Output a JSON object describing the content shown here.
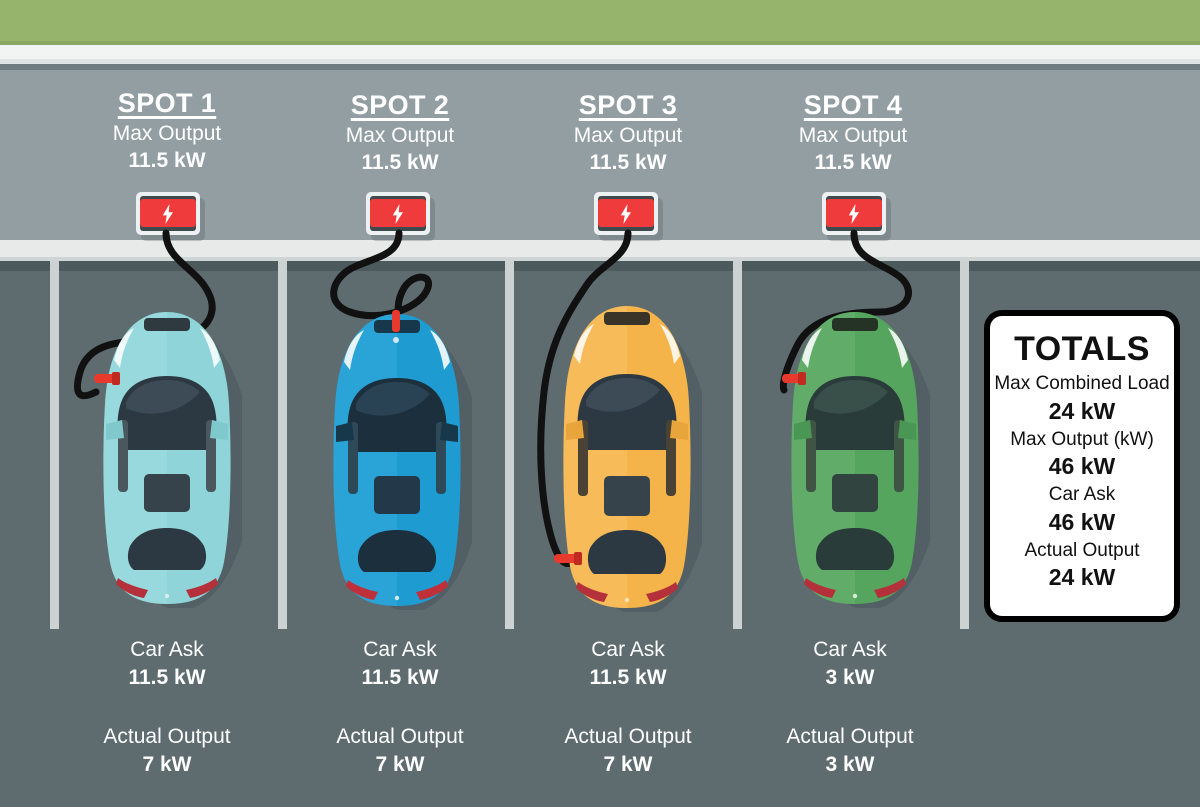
{
  "scene": {
    "title": "EV Charging Parking Lot Load Management Diagram",
    "colors": {
      "grass": "#96b46b",
      "sidewalk": "#939ea3",
      "curb": "#e8eaea",
      "asphalt": "#5e6c6f",
      "stall_line": "#ccd2d2",
      "charger_red": "#ef3b3b",
      "cable": "#111111",
      "connector_red": "#e8392d",
      "panel_white": "#ffffff",
      "panel_border": "#000000",
      "text_white": "#ffffff"
    }
  },
  "spots": [
    {
      "id": "spot-1",
      "title": "SPOT 1",
      "max_output_label": "Max Output",
      "max_output_value": "11.5 kW",
      "car_ask_label": "Car Ask",
      "car_ask_value": "11.5 kW",
      "actual_output_label": "Actual Output",
      "actual_output_value": "7 kW",
      "charger_icon": "lightning-bolt-icon",
      "car_color": "#8ed4d8",
      "car_color_dark": "#6cb9be",
      "car_name": "car-teal"
    },
    {
      "id": "spot-2",
      "title": "SPOT 2",
      "max_output_label": "Max Output",
      "max_output_value": "11.5 kW",
      "car_ask_label": "Car Ask",
      "car_ask_value": "11.5 kW",
      "actual_output_label": "Actual Output",
      "actual_output_value": "7 kW",
      "charger_icon": "lightning-bolt-icon",
      "car_color": "#1e9bd1",
      "car_color_dark": "#1782b2",
      "car_name": "car-blue"
    },
    {
      "id": "spot-3",
      "title": "SPOT 3",
      "max_output_label": "Max Output",
      "max_output_value": "11.5 kW",
      "car_ask_label": "Car Ask",
      "car_ask_value": "11.5 kW",
      "actual_output_label": "Actual Output",
      "actual_output_value": "7 kW",
      "charger_icon": "lightning-bolt-icon",
      "car_color": "#f5b44a",
      "car_color_dark": "#e09d33",
      "car_name": "car-orange"
    },
    {
      "id": "spot-4",
      "title": "SPOT 4",
      "max_output_label": "Max Output",
      "max_output_value": "11.5 kW",
      "car_ask_label": "Car Ask",
      "car_ask_value": "3 kW",
      "actual_output_label": "Actual Output",
      "actual_output_value": "3 kW",
      "charger_icon": "lightning-bolt-icon",
      "car_color": "#56a55f",
      "car_color_dark": "#438a4c",
      "car_name": "car-green"
    }
  ],
  "totals": {
    "title": "TOTALS",
    "rows": [
      {
        "label": "Max Combined Load",
        "value": "24 kW"
      },
      {
        "label": "Max Output (kW)",
        "value": "46 kW"
      },
      {
        "label": "Car Ask",
        "value": "46 kW"
      },
      {
        "label": "Actual Output",
        "value": "24 kW"
      }
    ]
  },
  "chart_data": {
    "type": "table",
    "title": "EV Charging Spot Load Management",
    "categories": [
      "SPOT 1",
      "SPOT 2",
      "SPOT 3",
      "SPOT 4"
    ],
    "series": [
      {
        "name": "Max Output",
        "unit": "kW",
        "values": [
          11.5,
          11.5,
          11.5,
          11.5
        ]
      },
      {
        "name": "Car Ask",
        "unit": "kW",
        "values": [
          11.5,
          11.5,
          11.5,
          3
        ]
      },
      {
        "name": "Actual Output",
        "unit": "kW",
        "values": [
          7,
          7,
          7,
          3
        ]
      }
    ],
    "totals": {
      "Max Combined Load": 24,
      "Max Output (kW)": 46,
      "Car Ask": 46,
      "Actual Output": 24
    },
    "unit": "kW"
  }
}
